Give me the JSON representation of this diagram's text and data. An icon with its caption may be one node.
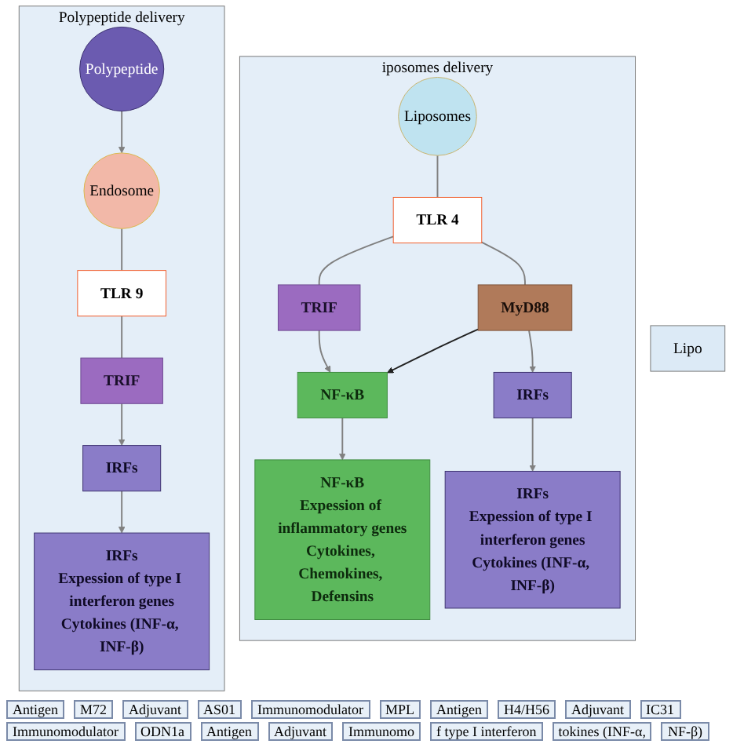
{
  "diagram": {
    "nodes": [
      {
        "text": [
          "iposomes delivery"
        ]
      },
      {
        "text": [
          "Liposomes"
        ],
        "in": 0
      },
      {
        "text": [
          "TLR 4"
        ],
        "in": 0
      },
      {
        "text": [
          "TRIF"
        ],
        "in": 0
      },
      {
        "text": [
          "MyD88"
        ],
        "in": 0
      },
      {
        "text": [
          "NF-κB"
        ],
        "in": 0
      },
      {
        "text": [
          "IRFs"
        ],
        "in": 0
      },
      {
        "text": [
          "NF-κB",
          "Expession of inflammatory genes",
          "Cytokines, Chemokines, Defensins"
        ],
        "in": 0
      },
      {
        "text": [
          "IRFs",
          "Expession of type I interferon genes",
          "Cytokines (INF-α, INF-β)"
        ],
        "in": 0
      },
      {
        "text": [
          "Polypeptide delivery"
        ]
      },
      {
        "text": [
          "Polypeptide"
        ],
        "in": 9
      },
      {
        "text": [
          "Endosome"
        ],
        "in": 9
      },
      {
        "text": [
          "TLR 9"
        ],
        "in": 9
      },
      {
        "text": [
          "TRIF"
        ],
        "in": 9
      },
      {
        "text": [
          "IRFs"
        ],
        "in": 9
      },
      {
        "text": [
          "IRFs",
          "Expession of type I interferon genes",
          "Cytokines (INF-α, INF-β)"
        ],
        "in": 9
      },
      {
        "text": [
          "Lipo"
        ]
      }
    ],
    "edges": [
      {
        "from": 1,
        "to": 2,
        "arrow": "none"
      },
      {
        "from": 2,
        "to": 3,
        "arrow": "none"
      },
      {
        "from": 2,
        "to": 4,
        "arrow": "none"
      },
      {
        "from": 3,
        "to": 5,
        "arrow": "to"
      },
      {
        "from": 4,
        "to": 5,
        "arrow": "to",
        "color": "#222222"
      },
      {
        "from": 4,
        "to": 6,
        "arrow": "to"
      },
      {
        "from": 5,
        "to": 7,
        "arrow": "to"
      },
      {
        "from": 6,
        "to": 8,
        "arrow": "to"
      },
      {
        "from": 10,
        "to": 11,
        "arrow": "to"
      },
      {
        "from": 11,
        "to": 12,
        "arrow": "none"
      },
      {
        "from": 12,
        "to": 13,
        "arrow": "none"
      },
      {
        "from": 13,
        "to": 14,
        "arrow": "to"
      },
      {
        "from": 14,
        "to": 15,
        "arrow": "to"
      }
    ],
    "labels": [
      "Antigen",
      "M72",
      "Adjuvant",
      "AS01",
      "Immunomodulator",
      "MPL",
      "Antigen",
      "H4/H56",
      "Adjuvant",
      "IC31",
      "Immunomodulator",
      "ODN1a",
      "Antigen",
      "Adjuvant",
      "Immunomo",
      "f type I interferon",
      "tokines (INF-α,",
      "NF-β)"
    ]
  }
}
